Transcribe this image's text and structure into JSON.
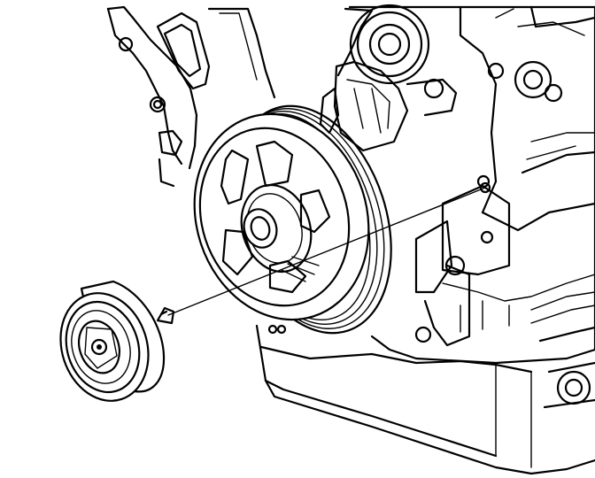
{
  "diagram": {
    "colors": {
      "background": "#ffffff",
      "line": "#000000"
    },
    "parts": [
      "engine-block",
      "timing-cover",
      "oil-pan",
      "crankshaft-balancer",
      "balancer-bolt",
      "belt-tensioner",
      "idler-pulley",
      "idler-pulley-bolt",
      "alignment-line"
    ]
  }
}
